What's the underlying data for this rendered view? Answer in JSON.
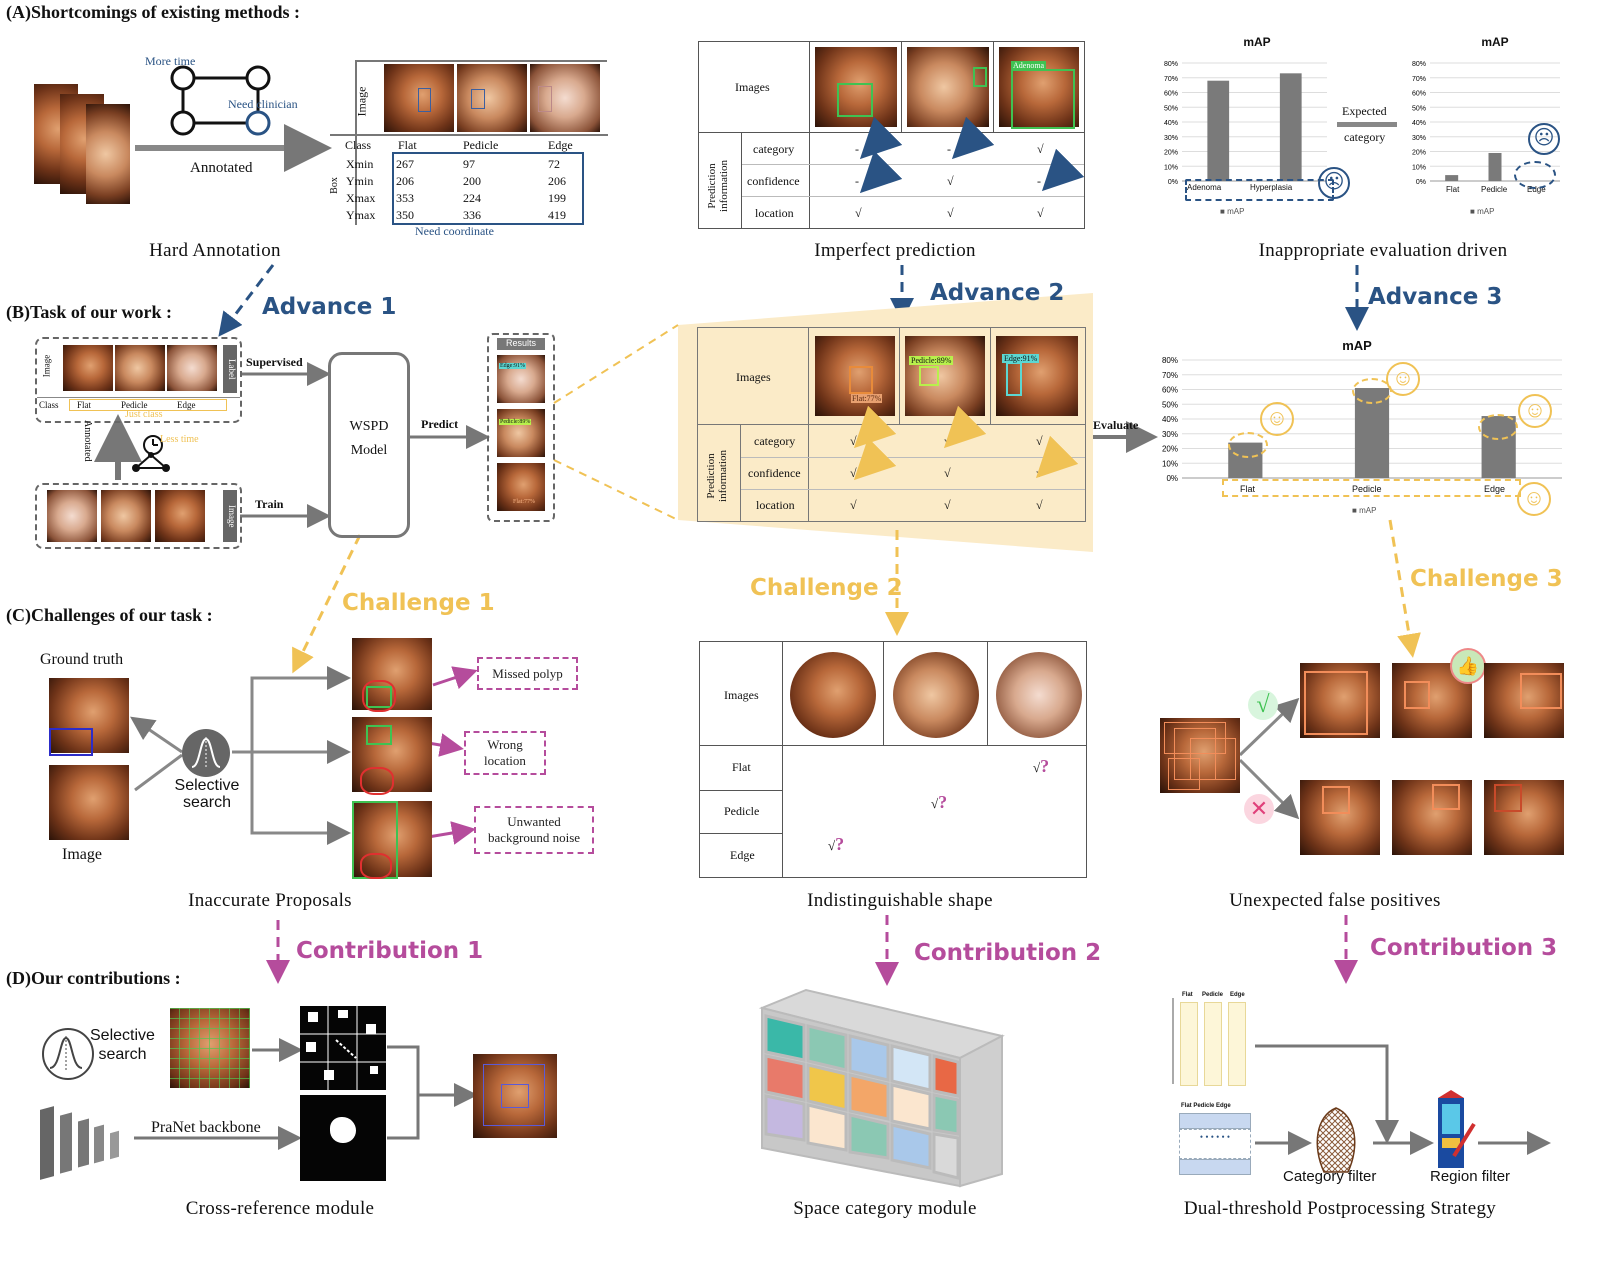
{
  "sections": {
    "a": "(A)Shortcomings of existing methods :",
    "b": "(B)Task of our work :",
    "c": "(C)Challenges of our task :",
    "d": "(D)Our contributions :"
  },
  "captions": {
    "hard_annotation": "Hard Annotation",
    "imperfect_prediction": "Imperfect prediction",
    "inappropriate_eval": "Inappropriate evaluation driven",
    "inaccurate_proposals": "Inaccurate Proposals",
    "indistinguishable": "Indistinguishable shape",
    "unexpected_fp": "Unexpected false positives",
    "cross_ref": "Cross-reference module",
    "space_cat": "Space category module",
    "dual_threshold": "Dual-threshold Postprocessing Strategy"
  },
  "markers": {
    "advance1": "Advance 1",
    "advance2": "Advance 2",
    "advance3": "Advance 3",
    "challenge1": "Challenge 1",
    "challenge2": "Challenge 2",
    "challenge3": "Challenge 3",
    "contribution1": "Contribution 1",
    "contribution2": "Contribution 2",
    "contribution3": "Contribution 3"
  },
  "panelA": {
    "more_time": "More time",
    "need_clinician": "Need clinician",
    "annotated": "Annotated",
    "image_label": "Image",
    "class_label": "Class",
    "box_label": "Box",
    "classes": [
      "Flat",
      "Pedicle",
      "Edge"
    ],
    "rows": [
      {
        "name": "Xmin",
        "vals": [
          "267",
          "97",
          "72"
        ]
      },
      {
        "name": "Ymin",
        "vals": [
          "206",
          "200",
          "206"
        ]
      },
      {
        "name": "Xmax",
        "vals": [
          "353",
          "224",
          "199"
        ]
      },
      {
        "name": "Ymax",
        "vals": [
          "350",
          "336",
          "419"
        ]
      }
    ],
    "need_coordinate": "Need coordinate"
  },
  "prediction": {
    "images": "Images",
    "pred_info": "Prediction information",
    "rows": [
      "category",
      "confidence",
      "location"
    ],
    "adenoma": "Adenoma",
    "top_marks": [
      [
        "-",
        "-",
        "√"
      ],
      [
        "-",
        "√",
        "-"
      ],
      [
        "√",
        "√",
        "√"
      ]
    ],
    "bottom_marks": [
      [
        "√",
        "√",
        "√"
      ],
      [
        "√",
        "√",
        "√"
      ],
      [
        "√",
        "√",
        "√"
      ]
    ],
    "labels": [
      "Flat:77%",
      "Pedicle:89%",
      "Edge:91%"
    ]
  },
  "mapA": {
    "title": "mAP",
    "ticks": [
      "80%",
      "70%",
      "60%",
      "50%",
      "40%",
      "30%",
      "20%",
      "10%",
      "0%"
    ],
    "categories": [
      "Adenoma",
      "Hyperplasia"
    ],
    "legend": "mAP",
    "expected": "Expected",
    "category": "category"
  },
  "mapB": {
    "title": "mAP",
    "categories": [
      "Flat",
      "Pedicle",
      "Edge"
    ],
    "legend": "mAP"
  },
  "mapC": {
    "title": "mAP",
    "categories": [
      "Flat",
      "Pedicle",
      "Edge"
    ],
    "legend": "mAP"
  },
  "panelB": {
    "label": "Label",
    "image": "Image",
    "class_label": "Class",
    "classes": [
      "Flat",
      "Pedicle",
      "Edge"
    ],
    "just_class": "Just class",
    "less_time": "Less time",
    "annotated": "Annotated",
    "supervised": "Supervised",
    "train": "Train",
    "model_line1": "WSPD",
    "model_line2": "Model",
    "predict": "Predict",
    "results": "Results",
    "evaluate": "Evaluate",
    "res_labels": [
      "Edge:91%",
      "Pedicle:89%",
      "Flat:77%"
    ]
  },
  "panelC": {
    "ground_truth": "Ground truth",
    "image": "Image",
    "selective": "Selective",
    "search": "search",
    "missed": "Missed polyp",
    "wrong1": "Wrong",
    "wrong2": "location",
    "unwanted1": "Unwanted",
    "unwanted2": "background noise",
    "images": "Images",
    "rows": [
      "Flat",
      "Pedicle",
      "Edge"
    ],
    "q": "?",
    "check": "√"
  },
  "panelD": {
    "selective": "Selective",
    "search": "search",
    "backbone": "PraNet backbone",
    "cat_filter": "Category filter",
    "reg_filter": "Region filter",
    "mini_classes": [
      "Flat",
      "Pedicle",
      "Edge"
    ],
    "mini_header": "Flat Pedicle Edge"
  },
  "chart_data": [
    {
      "type": "bar",
      "title": "mAP",
      "categories": [
        "Adenoma",
        "Hyperplasia"
      ],
      "series": [
        {
          "name": "mAP",
          "values": [
            68,
            73
          ]
        }
      ],
      "ylim": [
        0,
        80
      ]
    },
    {
      "type": "bar",
      "title": "mAP",
      "categories": [
        "Flat",
        "Pedicle",
        "Edge"
      ],
      "series": [
        {
          "name": "mAP",
          "values": [
            4,
            19,
            0
          ]
        }
      ],
      "ylim": [
        0,
        80
      ]
    },
    {
      "type": "bar",
      "title": "mAP",
      "categories": [
        "Flat",
        "Pedicle",
        "Edge"
      ],
      "series": [
        {
          "name": "mAP",
          "values": [
            24,
            61,
            42
          ]
        }
      ],
      "ylim": [
        0,
        80
      ]
    }
  ],
  "colors": {
    "advance": "#2a5384",
    "challenge": "#f0c255",
    "contribution": "#b54c9c",
    "bar": "#7a7a7a"
  }
}
